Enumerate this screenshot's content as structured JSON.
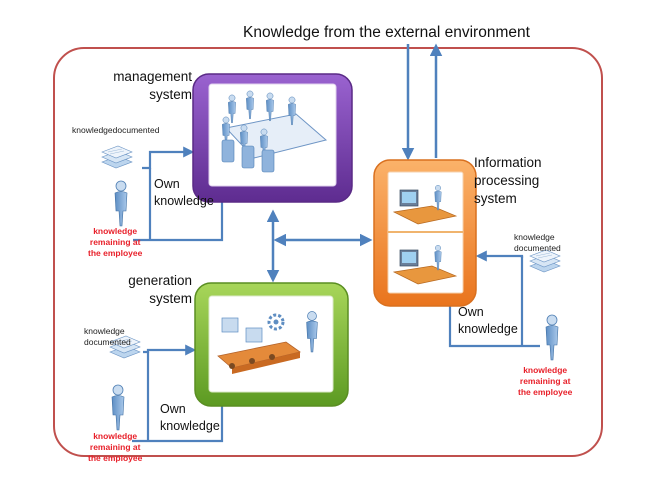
{
  "diagram": {
    "title": "Knowledge from the external environment",
    "management": {
      "line1": "management",
      "line2": "system"
    },
    "generation": {
      "line1": "generation",
      "line2": "system"
    },
    "information": {
      "line1": "Information",
      "line2": "processing",
      "line3": "system"
    },
    "own_knowledge": {
      "line1": "Own",
      "line2": "knowledge"
    },
    "knowledge_documented": {
      "top_left": "knowledgedocumented",
      "line1": "knowledge",
      "line2": "documented"
    },
    "knowledge_remaining": {
      "line1": "knowledge",
      "line2": "remaining at",
      "line3": "the employee"
    },
    "colors": {
      "frame": "#c0504d",
      "arrow": "#4f81bd",
      "management_box": "#7030a0",
      "generation_box": "#7ab02c",
      "information_box": "#f79646",
      "red_text": "#e8202a"
    }
  }
}
